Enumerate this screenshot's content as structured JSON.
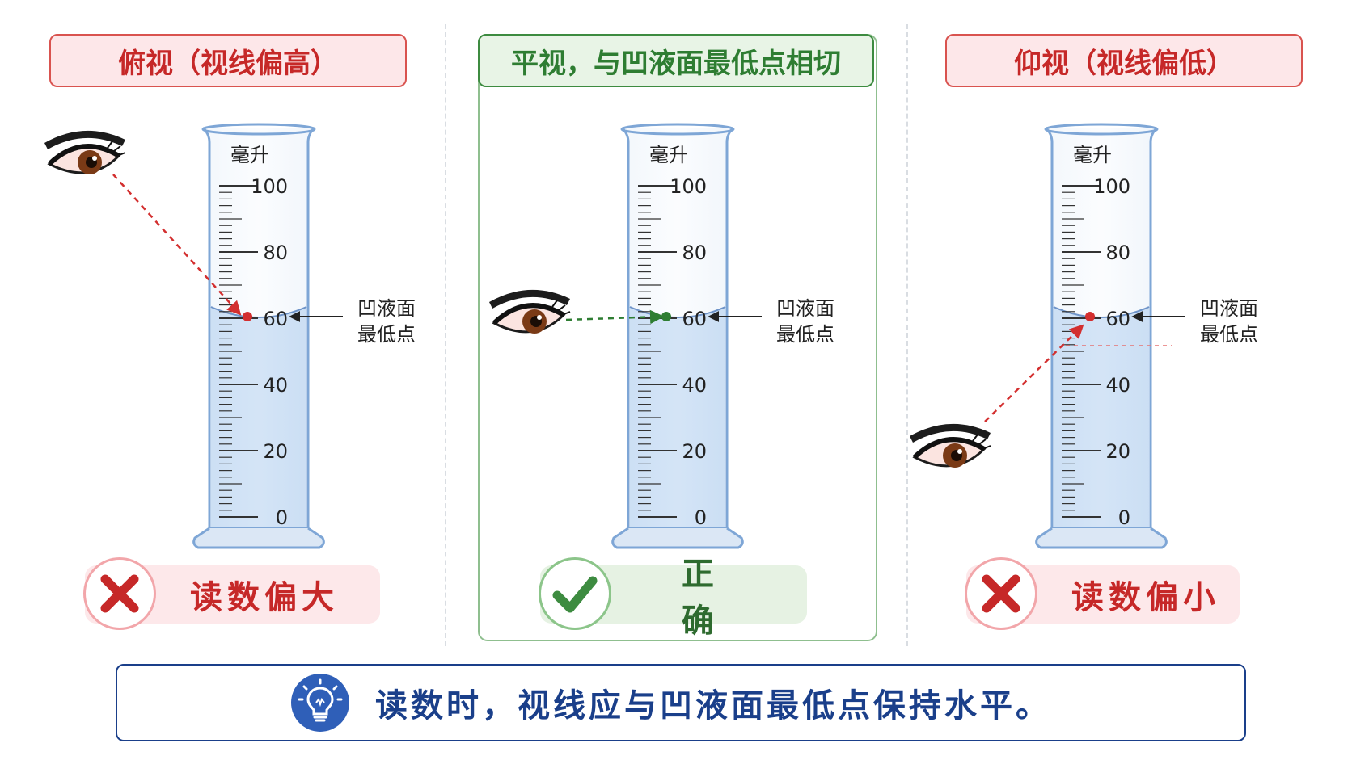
{
  "panels": [
    {
      "title": "俯视（视线偏高）",
      "result": "读数偏大",
      "verdict": "incorrect"
    },
    {
      "title": "平视，与凹液面最低点相切",
      "result": "正 确",
      "verdict": "correct"
    },
    {
      "title": "仰视（视线偏低）",
      "result": "读数偏小",
      "verdict": "incorrect"
    }
  ],
  "cylinder": {
    "unit": "毫升",
    "tick_labels": [
      "100",
      "80",
      "60",
      "40",
      "20",
      "0"
    ],
    "liquid_level": 60,
    "annotation_line1": "凹液面",
    "annotation_line2": "最低点"
  },
  "tip": {
    "text": "读数时，视线应与凹液面最低点保持水平。",
    "icon": "lightbulb-icon"
  },
  "colors": {
    "red": "#c62828",
    "green": "#2e7d32",
    "navy": "#1a3f8a",
    "liquid": "#bcd6f2",
    "glass": "#7ea6d6"
  }
}
